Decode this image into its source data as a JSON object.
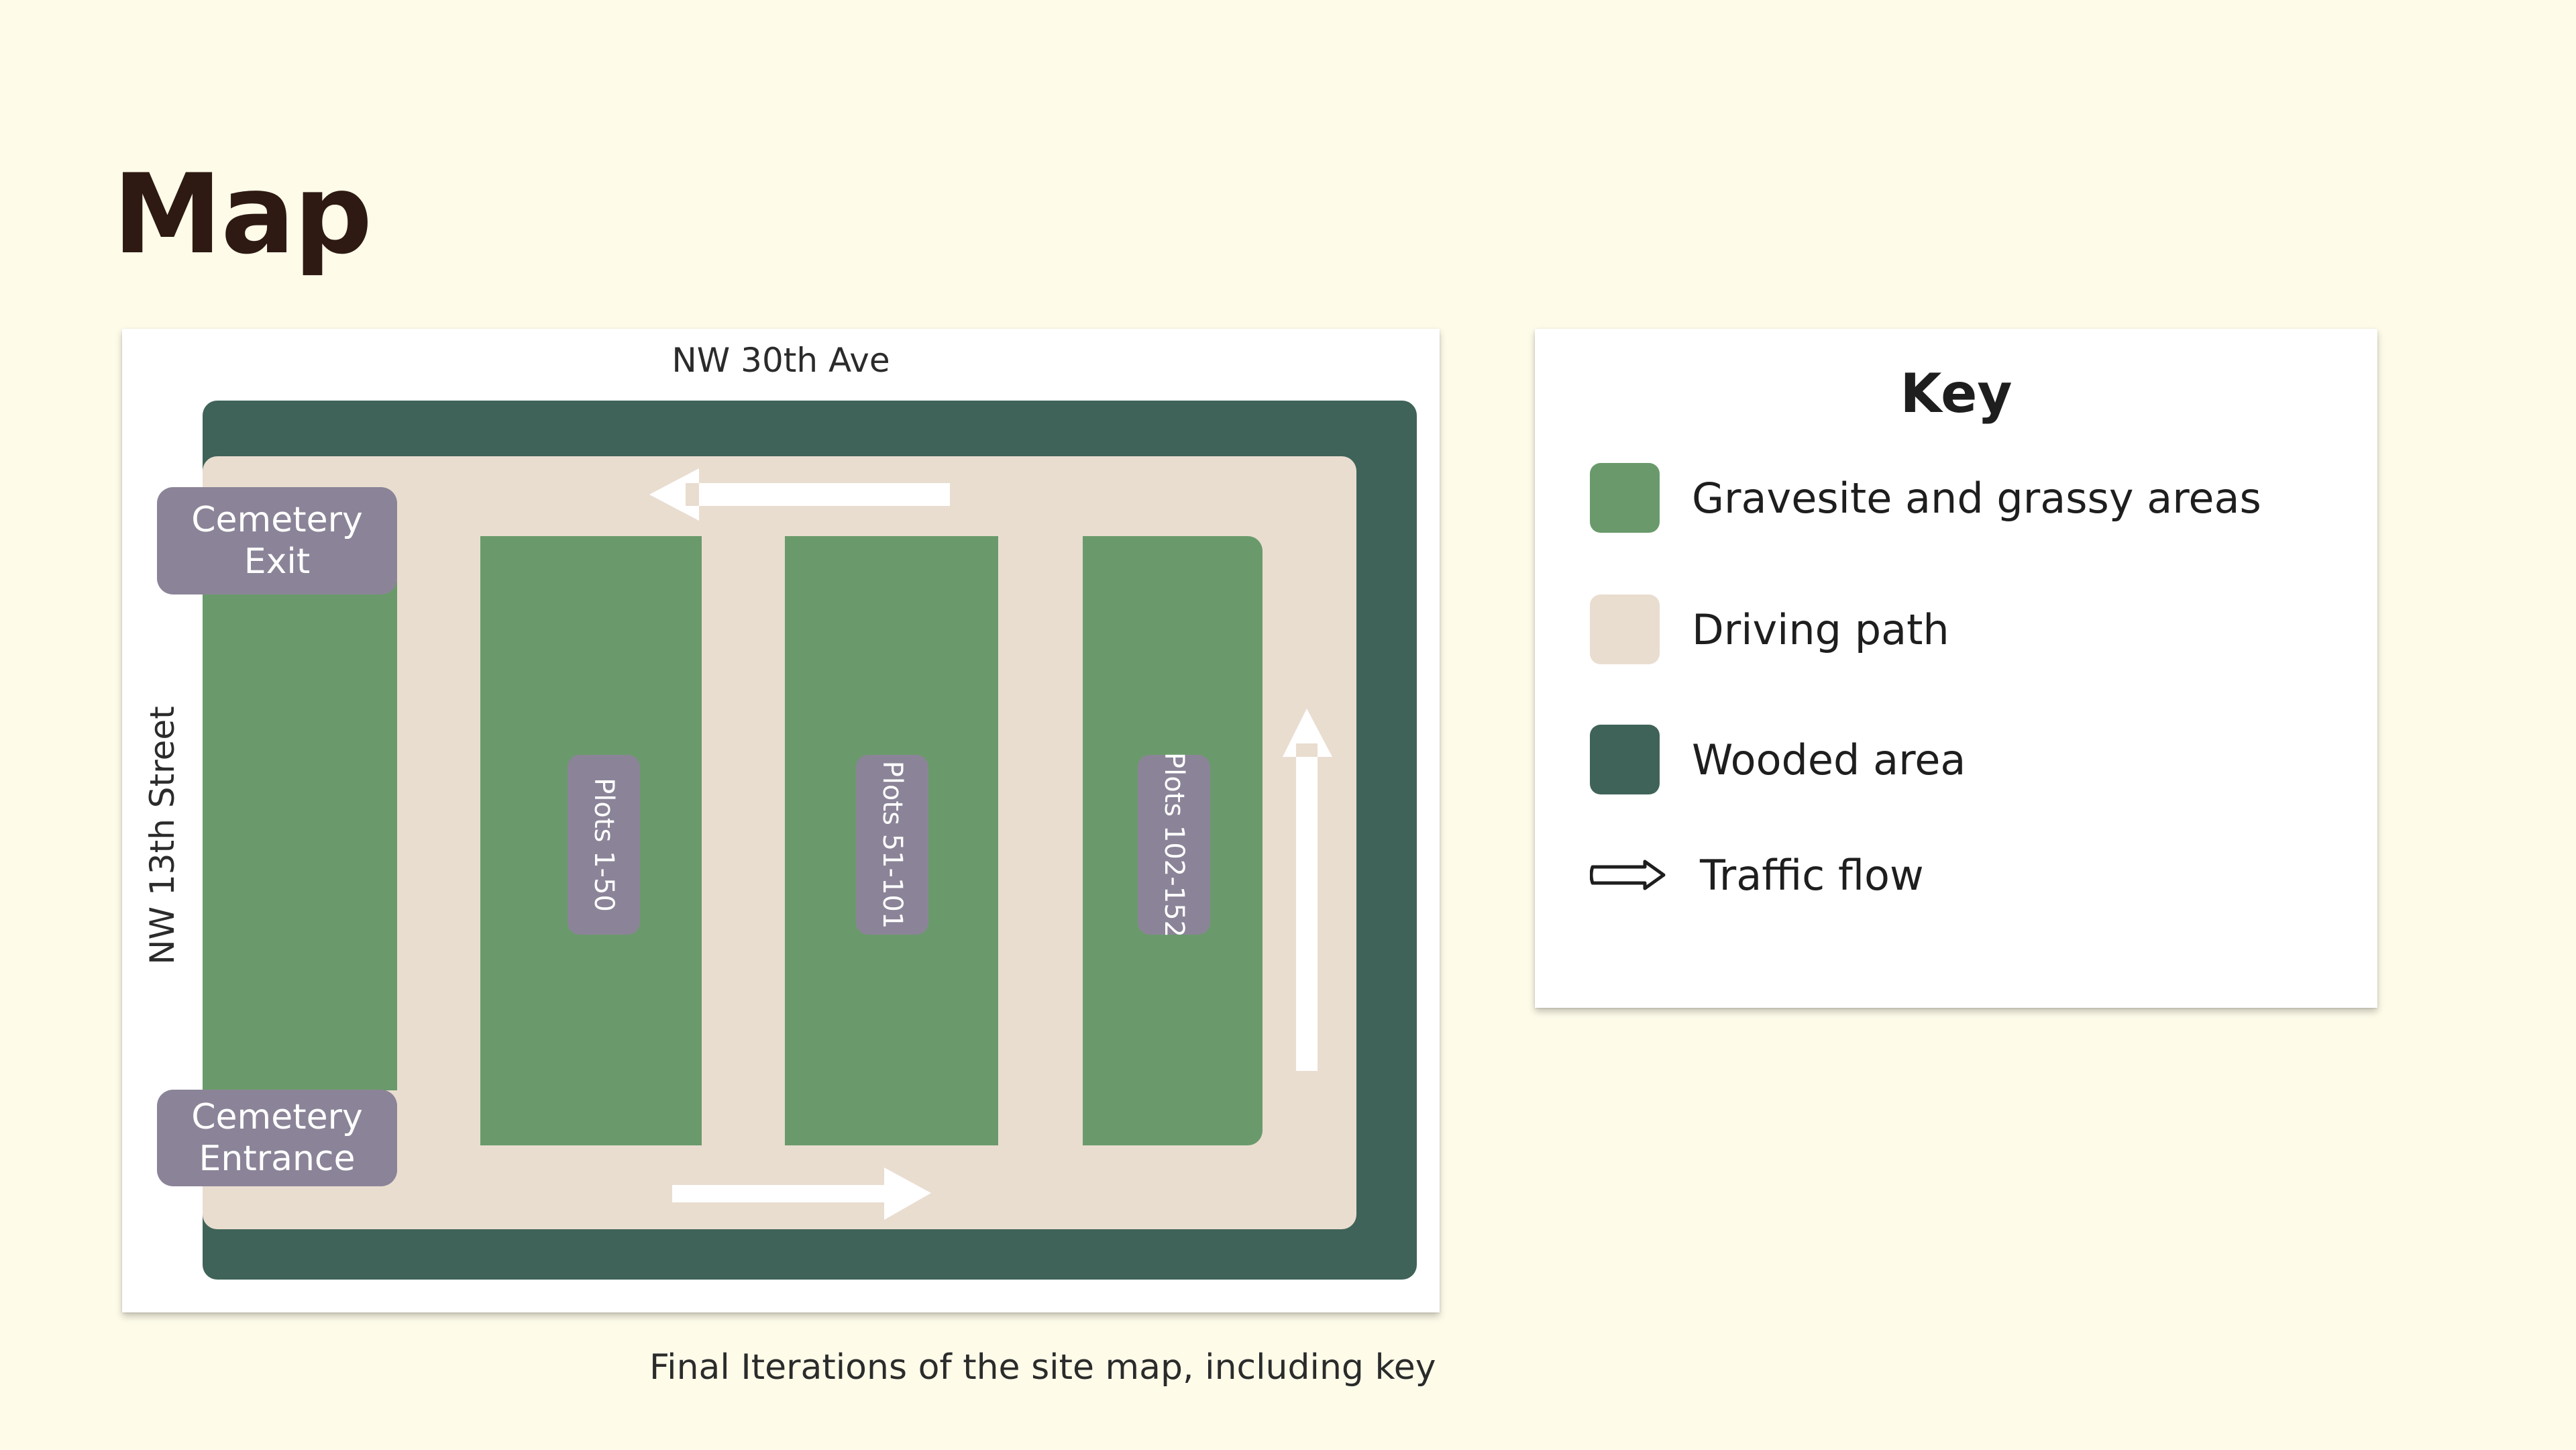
{
  "page": {
    "title": "Map",
    "caption": "Final Iterations of the site map, including key"
  },
  "map": {
    "street_top": "NW 30th Ave",
    "street_left": "NW 13th Street",
    "exit_label": [
      "Cemetery",
      "Exit"
    ],
    "entrance_label": [
      "Cemetery",
      "Entrance"
    ],
    "plots": [
      "Plots 1-50",
      "Plots 51-101",
      "Plots 102-152"
    ]
  },
  "key": {
    "title": "Key",
    "items": [
      {
        "label": "Gravesite and grassy areas",
        "color": "#6a9a6b",
        "icon": "swatch"
      },
      {
        "label": "Driving path",
        "color": "#e9ddd0",
        "icon": "swatch"
      },
      {
        "label": "Wooded area",
        "color": "#3f6358",
        "icon": "swatch"
      },
      {
        "label": "Traffic flow",
        "color": "#ffffff",
        "icon": "arrow-icon"
      }
    ]
  },
  "colors": {
    "background": "#fefbe9",
    "title": "#2e1a12",
    "grass": "#6a9a6b",
    "driving_path": "#e9ddd0",
    "wooded": "#3f6358",
    "label_pill": "#8b8498",
    "arrow": "#ffffff"
  }
}
